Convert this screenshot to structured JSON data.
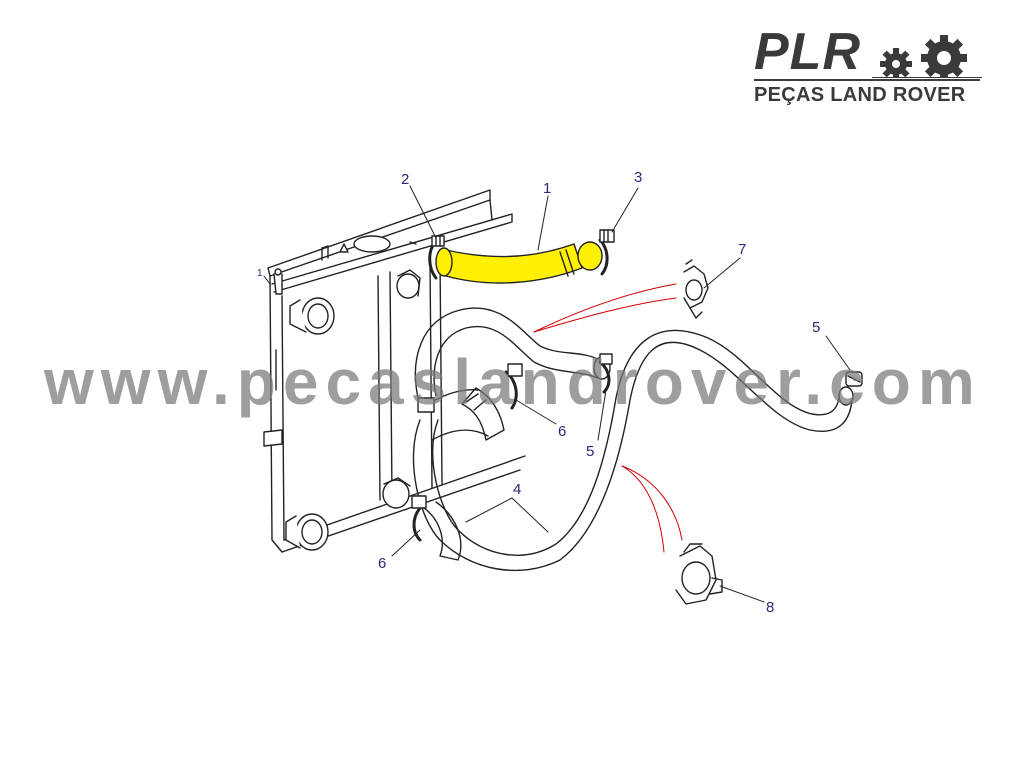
{
  "logo": {
    "brand": "PLR",
    "subtitle": "PEÇAS LAND ROVER",
    "icon": "gears-icon",
    "color": "#3a3a3a"
  },
  "watermark": {
    "text": "www.pecaslandrover.com",
    "color": "#808080"
  },
  "diagram": {
    "highlight_color": "#fff000",
    "line_color": "#222222",
    "leader_color": "#d00000",
    "callouts": [
      {
        "id": "c1",
        "text": "1"
      },
      {
        "id": "c2",
        "text": "2"
      },
      {
        "id": "c3",
        "text": "3"
      },
      {
        "id": "c4",
        "text": "4"
      },
      {
        "id": "c5a",
        "text": "5"
      },
      {
        "id": "c5b",
        "text": "5"
      },
      {
        "id": "c6a",
        "text": "6"
      },
      {
        "id": "c6b",
        "text": "6"
      },
      {
        "id": "c7",
        "text": "7"
      },
      {
        "id": "c8",
        "text": "8"
      },
      {
        "id": "c9",
        "text": "1"
      }
    ]
  }
}
